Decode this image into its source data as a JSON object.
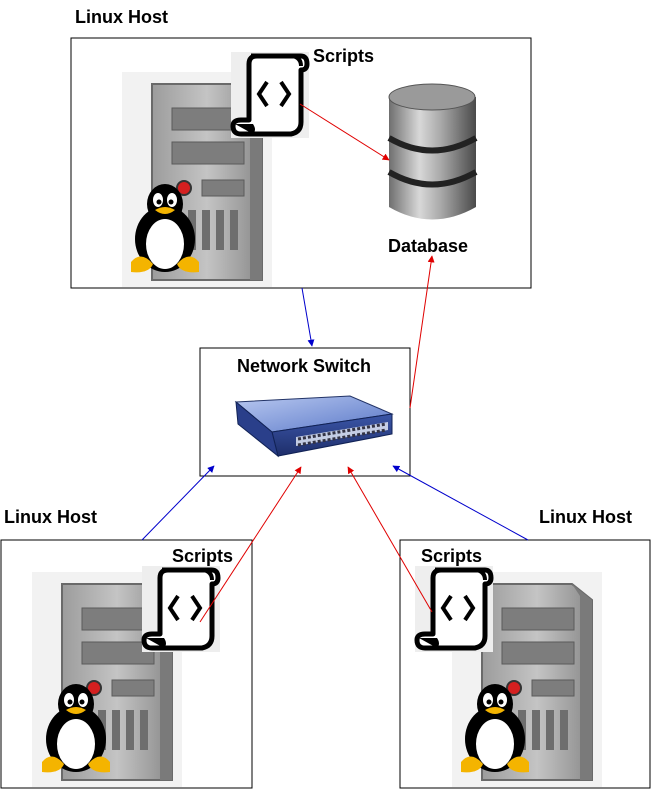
{
  "hosts": {
    "top": {
      "label": "Linux Host",
      "scripts_label": "Scripts",
      "database_label": "Database"
    },
    "bottom_left": {
      "label": "Linux Host",
      "scripts_label": "Scripts"
    },
    "bottom_right": {
      "label": "Linux Host",
      "scripts_label": "Scripts"
    }
  },
  "switch": {
    "label": "Network Switch"
  },
  "colors": {
    "network_link": "#0000cc",
    "data_flow": "#e00000"
  }
}
